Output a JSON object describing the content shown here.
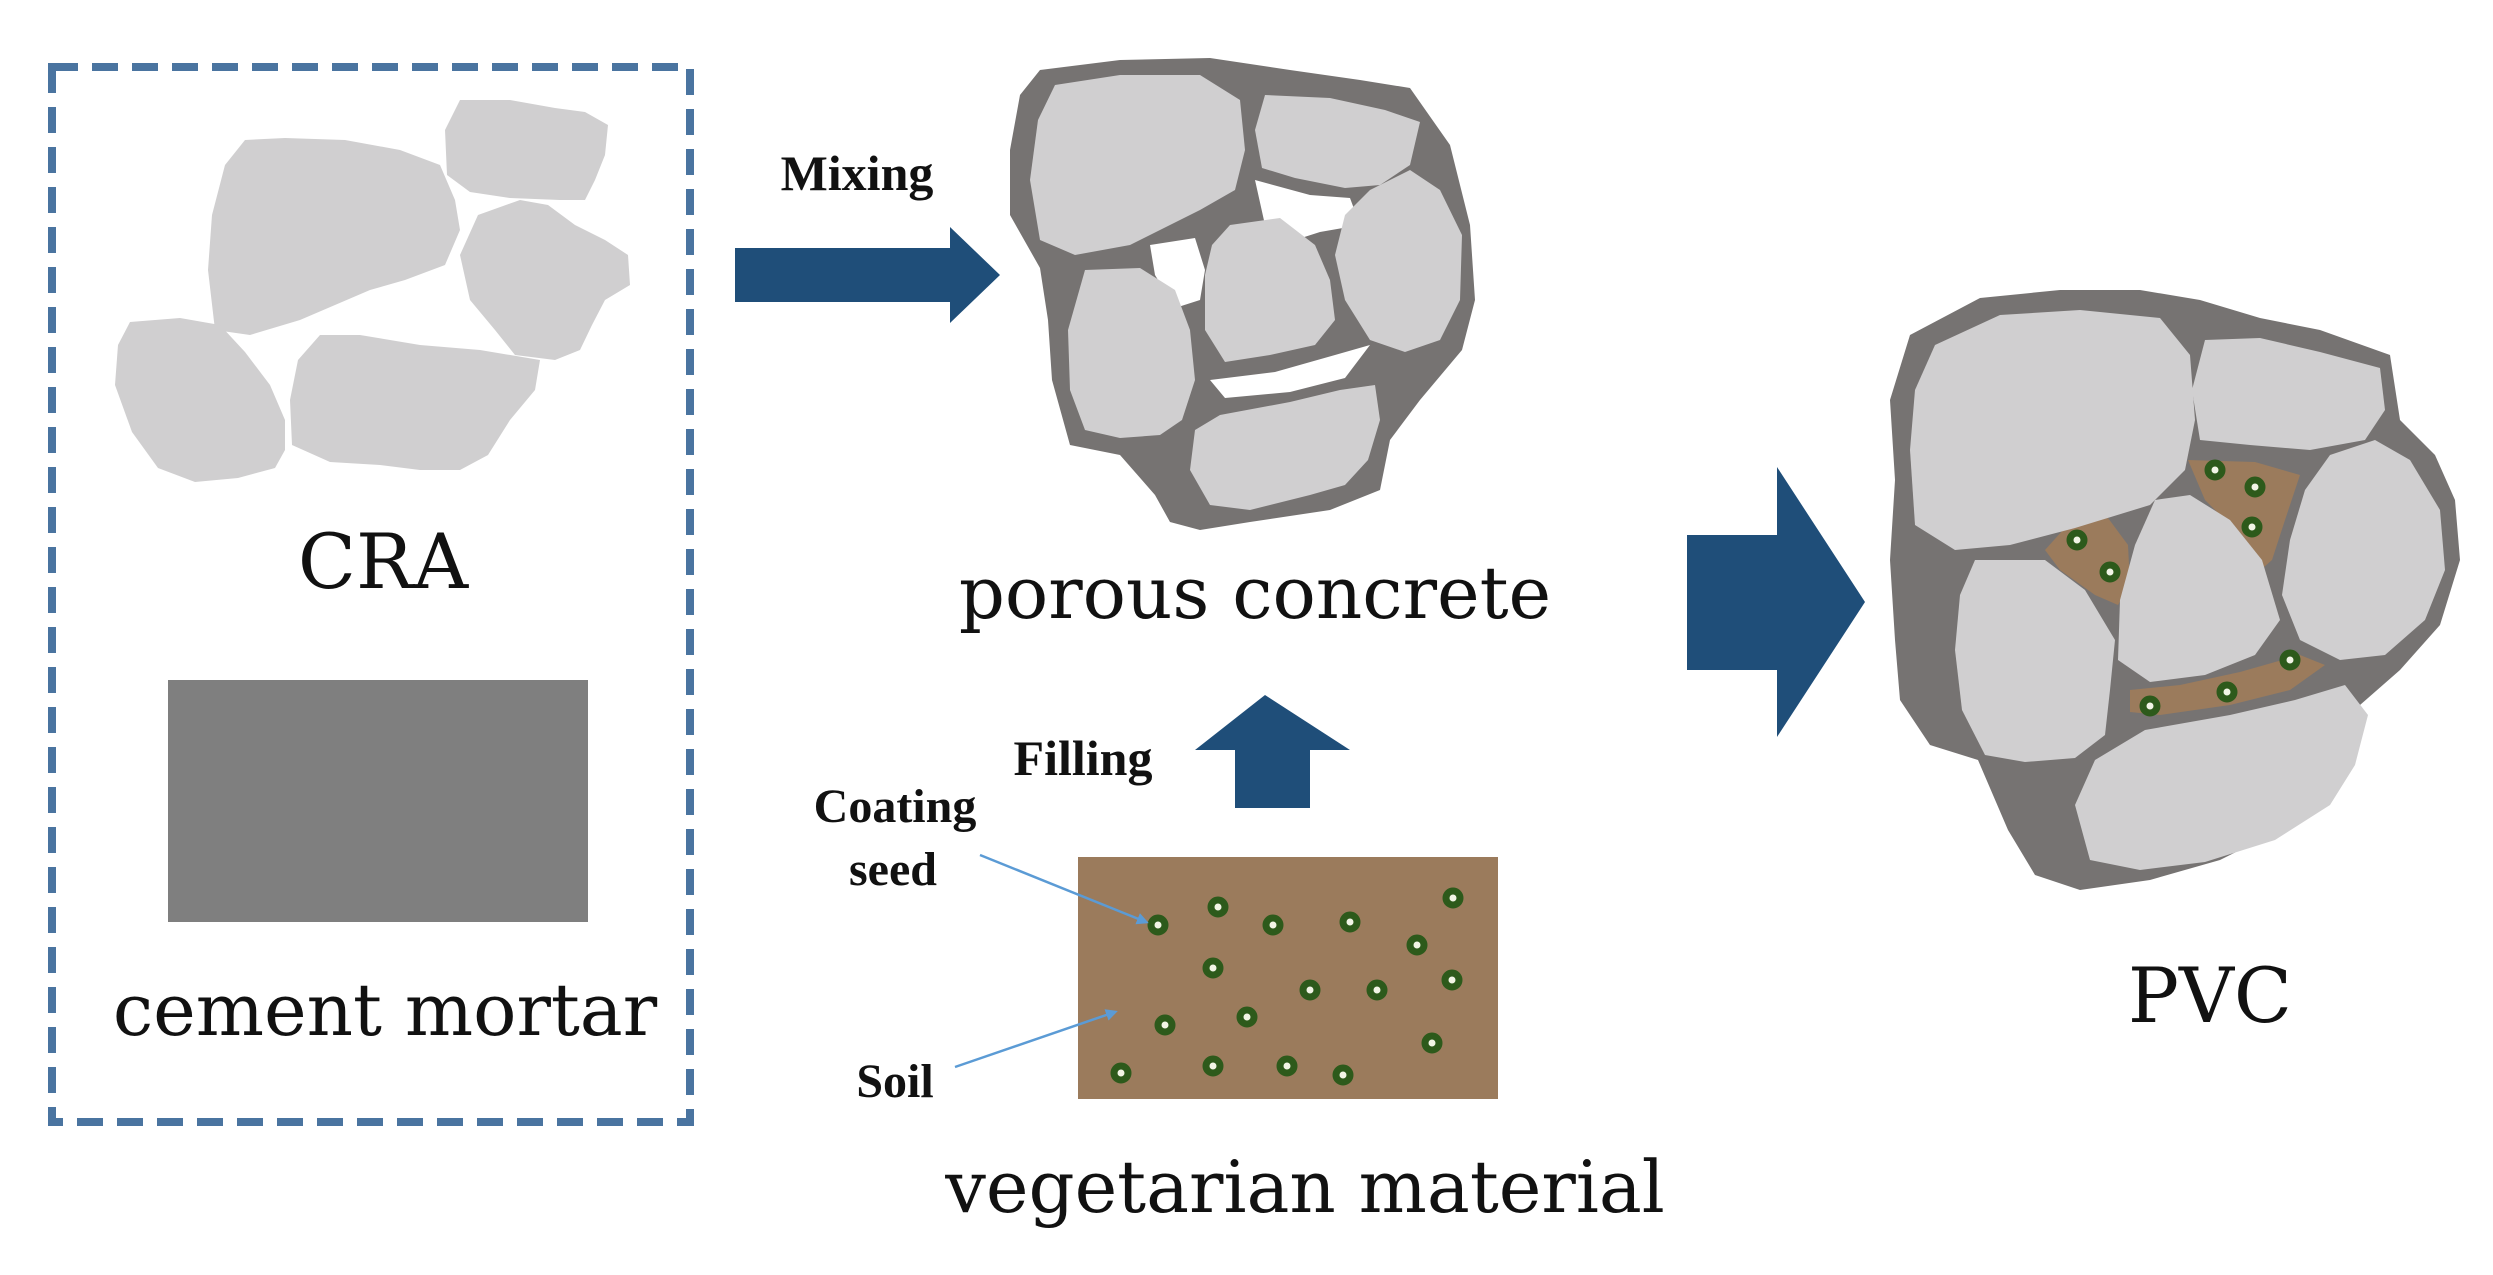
{
  "labels": {
    "cra": "CRA",
    "cement_mortar": "cement mortar",
    "mixing": "Mixing",
    "porous_concrete": "porous concrete",
    "filling": "Filling",
    "coating_seed_line1": "Coating",
    "coating_seed_line2": "seed",
    "soil": "Soil",
    "vegetarian_material": "vegetarian material",
    "pvc": "PVC"
  },
  "colors": {
    "aggregate": "#d0cfd0",
    "mortar_block": "#7f7f7f",
    "binder": "#767372",
    "soil": "#9b7b5c",
    "seed_ring": "#2d5a1b",
    "seed_core": "#f2f5e6",
    "arrow": "#1f4e79",
    "dashed_box": "#4a74a0",
    "pointer": "#5b9bd5"
  },
  "icons": {
    "process_arrow": "arrow-right-icon",
    "fill_arrow": "arrow-up-icon"
  }
}
